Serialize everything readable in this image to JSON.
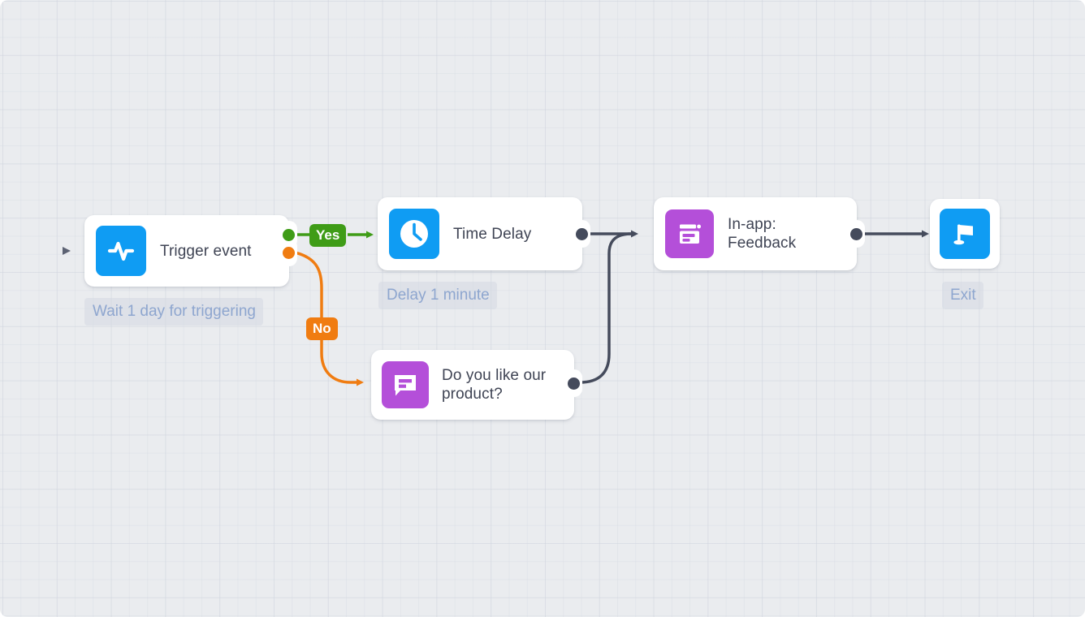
{
  "canvas": {
    "title": "Workflow canvas",
    "background_color": "#eaecef",
    "grid": true
  },
  "colors": {
    "node_card": "#ffffff",
    "node_text": "#3f4454",
    "blue_icon": "#0f9cf3",
    "purple_icon": "#b44fd9",
    "yes_green": "#3f9c17",
    "no_orange": "#f07c11",
    "edge_dark": "#454b5c",
    "chip_text": "#8ea6cf",
    "chip_background": "#d4d9e2"
  },
  "nodes": [
    {
      "id": "trigger-event",
      "title": "Trigger event",
      "icon": "pulse-icon",
      "icon_color": "#0f9cf3",
      "chip": "Wait 1 day for triggering",
      "outputs": [
        "Yes",
        "No"
      ]
    },
    {
      "id": "time-delay",
      "title": "Time Delay",
      "icon": "clock-icon",
      "icon_color": "#0f9cf3",
      "chip": "Delay 1 minute",
      "outputs": []
    },
    {
      "id": "survey-question",
      "title": "Do you like our product?",
      "icon": "chat-bubble-icon",
      "icon_color": "#b44fd9",
      "chip": "",
      "outputs": []
    },
    {
      "id": "in-app-feedback",
      "title": "In-app: Feedback",
      "icon": "in-app-window-icon",
      "icon_color": "#b44fd9",
      "chip": "",
      "outputs": []
    },
    {
      "id": "exit",
      "title": "",
      "icon": "flag-icon",
      "icon_color": "#0f9cf3",
      "chip": "Exit",
      "outputs": []
    }
  ],
  "branch_labels": {
    "yes": "Yes",
    "no": "No"
  },
  "chips": {
    "trigger": "Wait 1 day for triggering",
    "delay": "Delay 1 minute",
    "exit": "Exit"
  },
  "titles": {
    "trigger": "Trigger event",
    "delay": "Time Delay",
    "survey": "Do you like our product?",
    "inapp_line1": "In-app:",
    "inapp_line2": "Feedback"
  }
}
